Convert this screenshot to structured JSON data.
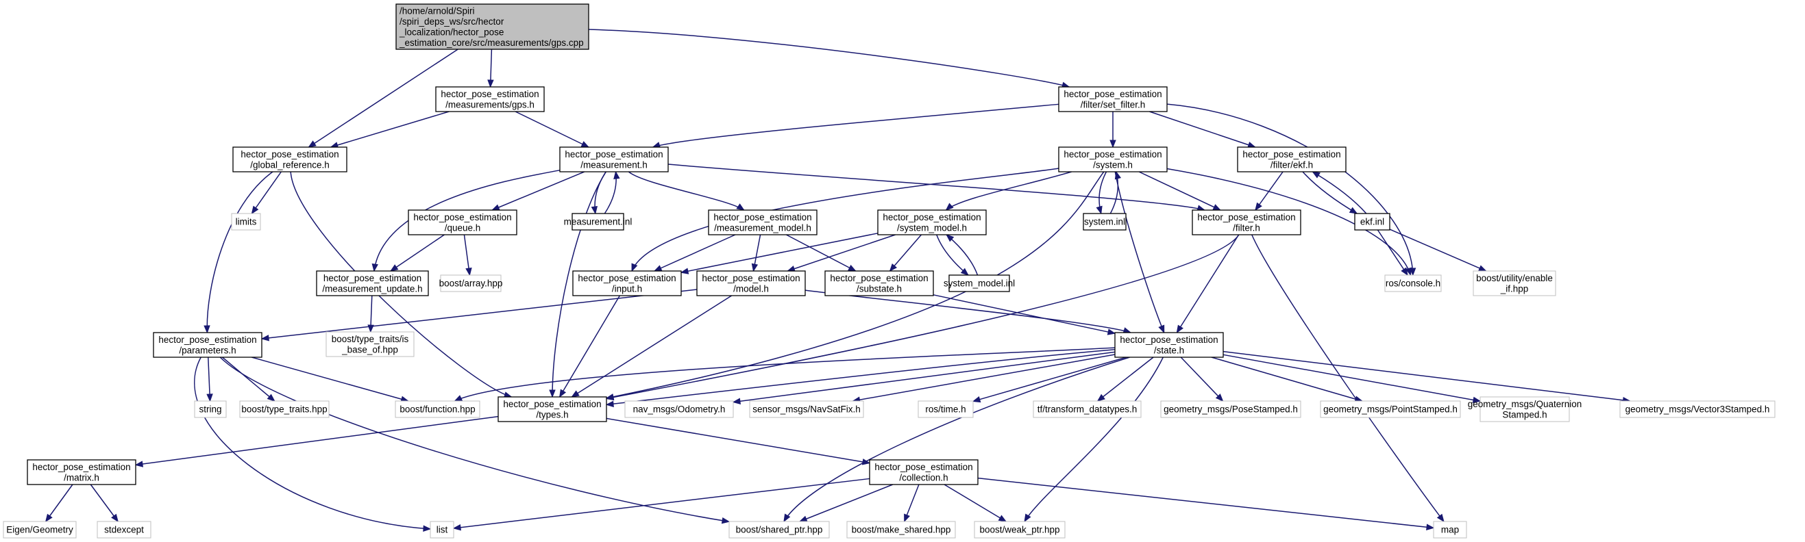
{
  "colors": {
    "edge": "#191970",
    "node_border": "#000000",
    "external_border": "#bfbfbf",
    "root_fill": "#bfbfbf",
    "node_fill": "#ffffff"
  },
  "nodes": {
    "gps_cpp": {
      "lines": [
        "/home/arnold/Spiri",
        "/spiri_deps_ws/src/hector",
        "_localization/hector_pose",
        "_estimation_core/src/measurements/gps.cpp"
      ],
      "kind": "root"
    },
    "meas_gps_h": {
      "lines": [
        "hector_pose_estimation",
        "/measurements/gps.h"
      ],
      "kind": "file"
    },
    "set_filter_h": {
      "lines": [
        "hector_pose_estimation",
        "/filter/set_filter.h"
      ],
      "kind": "file"
    },
    "global_reference_h": {
      "lines": [
        "hector_pose_estimation",
        "/global_reference.h"
      ],
      "kind": "file"
    },
    "measurement_h": {
      "lines": [
        "hector_pose_estimation",
        "/measurement.h"
      ],
      "kind": "file"
    },
    "system_h": {
      "lines": [
        "hector_pose_estimation",
        "/system.h"
      ],
      "kind": "file"
    },
    "ekf_h": {
      "lines": [
        "hector_pose_estimation",
        "/filter/ekf.h"
      ],
      "kind": "file"
    },
    "limits": {
      "lines": [
        "limits"
      ],
      "kind": "external"
    },
    "measurement_inl": {
      "lines": [
        "measurement.inl"
      ],
      "kind": "file"
    },
    "queue_h": {
      "lines": [
        "hector_pose_estimation",
        "/queue.h"
      ],
      "kind": "file"
    },
    "measurement_model_h": {
      "lines": [
        "hector_pose_estimation",
        "/measurement_model.h"
      ],
      "kind": "file"
    },
    "system_model_h": {
      "lines": [
        "hector_pose_estimation",
        "/system_model.h"
      ],
      "kind": "file"
    },
    "system_inl": {
      "lines": [
        "system.inl"
      ],
      "kind": "file"
    },
    "filter_h": {
      "lines": [
        "hector_pose_estimation",
        "/filter.h"
      ],
      "kind": "file"
    },
    "ekf_inl": {
      "lines": [
        "ekf.inl"
      ],
      "kind": "file"
    },
    "measurement_update_h": {
      "lines": [
        "hector_pose_estimation",
        "/measurement_update.h"
      ],
      "kind": "file"
    },
    "boost_array": {
      "lines": [
        "boost/array.hpp"
      ],
      "kind": "external"
    },
    "input_h": {
      "lines": [
        "hector_pose_estimation",
        "/input.h"
      ],
      "kind": "file"
    },
    "model_h": {
      "lines": [
        "hector_pose_estimation",
        "/model.h"
      ],
      "kind": "file"
    },
    "substate_h": {
      "lines": [
        "hector_pose_estimation",
        "/substate.h"
      ],
      "kind": "file"
    },
    "system_model_inl": {
      "lines": [
        "system_model.inl"
      ],
      "kind": "file"
    },
    "ros_console": {
      "lines": [
        "ros/console.h"
      ],
      "kind": "external"
    },
    "boost_enable_if": {
      "lines": [
        "boost/utility/enable",
        "_if.hpp"
      ],
      "kind": "external"
    },
    "boost_is_base_of": {
      "lines": [
        "boost/type_traits/is",
        "_base_of.hpp"
      ],
      "kind": "external"
    },
    "parameters_h": {
      "lines": [
        "hector_pose_estimation",
        "/parameters.h"
      ],
      "kind": "file"
    },
    "state_h": {
      "lines": [
        "hector_pose_estimation",
        "/state.h"
      ],
      "kind": "file"
    },
    "string": {
      "lines": [
        "string"
      ],
      "kind": "external"
    },
    "boost_type_traits": {
      "lines": [
        "boost/type_traits.hpp"
      ],
      "kind": "external"
    },
    "boost_function": {
      "lines": [
        "boost/function.hpp"
      ],
      "kind": "external"
    },
    "types_h": {
      "lines": [
        "hector_pose_estimation",
        "/types.h"
      ],
      "kind": "file"
    },
    "nav_odometry": {
      "lines": [
        "nav_msgs/Odometry.h"
      ],
      "kind": "external"
    },
    "sensor_navsatfix": {
      "lines": [
        "sensor_msgs/NavSatFix.h"
      ],
      "kind": "external"
    },
    "ros_time": {
      "lines": [
        "ros/time.h"
      ],
      "kind": "external"
    },
    "tf_transform": {
      "lines": [
        "tf/transform_datatypes.h"
      ],
      "kind": "external"
    },
    "geo_posestamped": {
      "lines": [
        "geometry_msgs/PoseStamped.h"
      ],
      "kind": "external"
    },
    "geo_pointstamped": {
      "lines": [
        "geometry_msgs/PointStamped.h"
      ],
      "kind": "external"
    },
    "geo_quaternion": {
      "lines": [
        "geometry_msgs/Quaternion",
        "Stamped.h"
      ],
      "kind": "external"
    },
    "geo_vector3": {
      "lines": [
        "geometry_msgs/Vector3Stamped.h"
      ],
      "kind": "external"
    },
    "matrix_h": {
      "lines": [
        "hector_pose_estimation",
        "/matrix.h"
      ],
      "kind": "file"
    },
    "collection_h": {
      "lines": [
        "hector_pose_estimation",
        "/collection.h"
      ],
      "kind": "file"
    },
    "eigen_geometry": {
      "lines": [
        "Eigen/Geometry"
      ],
      "kind": "external"
    },
    "stdexcept": {
      "lines": [
        "stdexcept"
      ],
      "kind": "external"
    },
    "list": {
      "lines": [
        "list"
      ],
      "kind": "external"
    },
    "boost_shared_ptr": {
      "lines": [
        "boost/shared_ptr.hpp"
      ],
      "kind": "external"
    },
    "boost_make_shared": {
      "lines": [
        "boost/make_shared.hpp"
      ],
      "kind": "external"
    },
    "boost_weak_ptr": {
      "lines": [
        "boost/weak_ptr.hpp"
      ],
      "kind": "external"
    },
    "map": {
      "lines": [
        "map"
      ],
      "kind": "external"
    }
  },
  "edges": [
    [
      "gps_cpp",
      "meas_gps_h"
    ],
    [
      "gps_cpp",
      "set_filter_h"
    ],
    [
      "gps_cpp",
      "global_reference_h"
    ],
    [
      "meas_gps_h",
      "global_reference_h"
    ],
    [
      "meas_gps_h",
      "measurement_h"
    ],
    [
      "set_filter_h",
      "measurement_h"
    ],
    [
      "set_filter_h",
      "system_h"
    ],
    [
      "set_filter_h",
      "ekf_h"
    ],
    [
      "set_filter_h",
      "ros_console"
    ],
    [
      "global_reference_h",
      "limits"
    ],
    [
      "global_reference_h",
      "parameters_h"
    ],
    [
      "global_reference_h",
      "types_h"
    ],
    [
      "measurement_h",
      "measurement_inl"
    ],
    [
      "measurement_inl",
      "measurement_h"
    ],
    [
      "measurement_h",
      "queue_h"
    ],
    [
      "measurement_h",
      "measurement_model_h"
    ],
    [
      "measurement_h",
      "measurement_update_h"
    ],
    [
      "measurement_h",
      "types_h"
    ],
    [
      "measurement_h",
      "filter_h"
    ],
    [
      "system_h",
      "system_inl"
    ],
    [
      "system_inl",
      "system_h"
    ],
    [
      "system_h",
      "system_model_h"
    ],
    [
      "system_h",
      "filter_h"
    ],
    [
      "system_h",
      "input_h"
    ],
    [
      "system_h",
      "types_h"
    ],
    [
      "system_h",
      "state_h"
    ],
    [
      "system_h",
      "ros_console"
    ],
    [
      "ekf_h",
      "ekf_inl"
    ],
    [
      "ekf_inl",
      "ekf_h"
    ],
    [
      "ekf_h",
      "filter_h"
    ],
    [
      "ekf_inl",
      "ros_console"
    ],
    [
      "ekf_inl",
      "boost_enable_if"
    ],
    [
      "queue_h",
      "measurement_update_h"
    ],
    [
      "queue_h",
      "boost_array"
    ],
    [
      "measurement_model_h",
      "input_h"
    ],
    [
      "measurement_model_h",
      "model_h"
    ],
    [
      "measurement_model_h",
      "substate_h"
    ],
    [
      "system_model_h",
      "input_h"
    ],
    [
      "system_model_h",
      "model_h"
    ],
    [
      "system_model_h",
      "substate_h"
    ],
    [
      "system_model_h",
      "system_model_inl"
    ],
    [
      "system_model_inl",
      "system_model_h"
    ],
    [
      "filter_h",
      "state_h"
    ],
    [
      "filter_h",
      "types_h"
    ],
    [
      "filter_h",
      "map"
    ],
    [
      "measurement_update_h",
      "boost_is_base_of"
    ],
    [
      "input_h",
      "types_h"
    ],
    [
      "model_h",
      "parameters_h"
    ],
    [
      "model_h",
      "types_h"
    ],
    [
      "model_h",
      "state_h"
    ],
    [
      "substate_h",
      "state_h"
    ],
    [
      "parameters_h",
      "string"
    ],
    [
      "parameters_h",
      "boost_type_traits"
    ],
    [
      "parameters_h",
      "boost_function"
    ],
    [
      "parameters_h",
      "list"
    ],
    [
      "parameters_h",
      "boost_shared_ptr"
    ],
    [
      "state_h",
      "types_h"
    ],
    [
      "state_h",
      "boost_function"
    ],
    [
      "state_h",
      "nav_odometry"
    ],
    [
      "state_h",
      "sensor_navsatfix"
    ],
    [
      "state_h",
      "ros_time"
    ],
    [
      "state_h",
      "tf_transform"
    ],
    [
      "state_h",
      "geo_posestamped"
    ],
    [
      "state_h",
      "geo_pointstamped"
    ],
    [
      "state_h",
      "geo_quaternion"
    ],
    [
      "state_h",
      "geo_vector3"
    ],
    [
      "state_h",
      "boost_shared_ptr"
    ],
    [
      "state_h",
      "boost_weak_ptr"
    ],
    [
      "types_h",
      "matrix_h"
    ],
    [
      "types_h",
      "collection_h"
    ],
    [
      "matrix_h",
      "eigen_geometry"
    ],
    [
      "matrix_h",
      "stdexcept"
    ],
    [
      "collection_h",
      "list"
    ],
    [
      "collection_h",
      "boost_shared_ptr"
    ],
    [
      "collection_h",
      "boost_make_shared"
    ],
    [
      "collection_h",
      "boost_weak_ptr"
    ],
    [
      "collection_h",
      "map"
    ]
  ]
}
